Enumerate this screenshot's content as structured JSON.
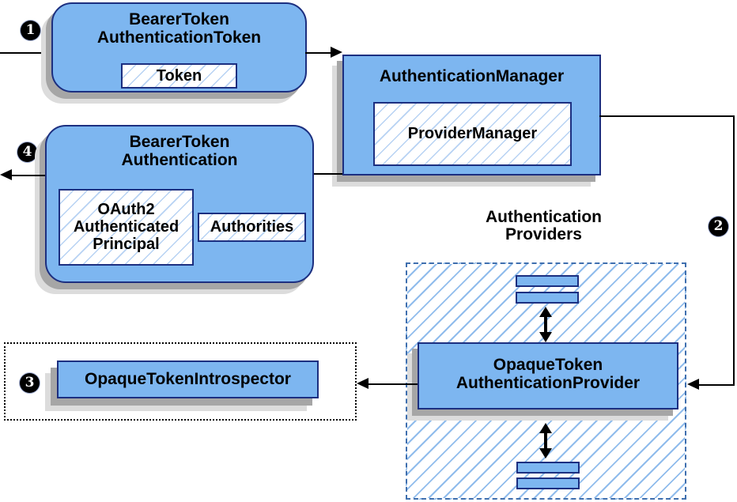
{
  "colors": {
    "canvas_bg": "#ffffff",
    "text": "#000000",
    "node_fill": "#7db6f0",
    "node_border": "#1c2f80",
    "hatch_inner": "#b7d2f3",
    "hatch_outer": "#90bcec",
    "providers_border": "#3f6fae",
    "connector": "#000000",
    "shadow_dark": "#a6a6a6",
    "shadow_light": "#dcdcdc",
    "badge_bg": "#000000",
    "badge_text": "#ffffff"
  },
  "badges": {
    "step1": "1",
    "step2": "2",
    "step3": "3",
    "step4": "4"
  },
  "nodes": {
    "bearer_token_authentication_token": {
      "title_line1": "BearerToken",
      "title_line2": "AuthenticationToken",
      "token_label": "Token"
    },
    "authentication_manager": {
      "title": "AuthenticationManager",
      "provider_manager_label": "ProviderManager"
    },
    "bearer_token_authentication": {
      "title_line1": "BearerToken",
      "title_line2": "Authentication",
      "principal_line1": "OAuth2",
      "principal_line2": "Authenticated",
      "principal_line3": "Principal",
      "authorities_label": "Authorities"
    },
    "authentication_providers": {
      "label_line1": "Authentication",
      "label_line2": "Providers",
      "provider_title_line1": "OpaqueToken",
      "provider_title_line2": "AuthenticationProvider"
    },
    "opaque_token_introspector": {
      "title": "OpaqueTokenIntrospector"
    }
  }
}
